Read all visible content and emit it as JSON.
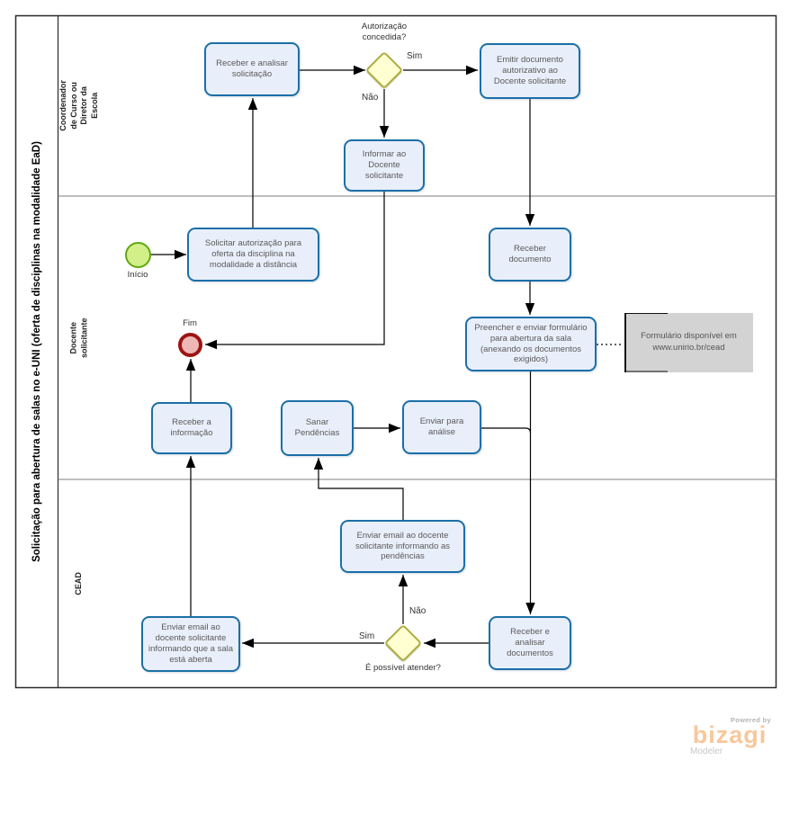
{
  "diagram": {
    "title": "Solicitação para abertura de salas no e-UNI (oferta de disciplinas na modalidade EaD)",
    "lanes": [
      {
        "name": "Coordenador de Curso ou Diretor da\nEscola"
      },
      {
        "name": "Docente solicitante"
      },
      {
        "name": "CEAD"
      }
    ],
    "start_event": {
      "label": "Início"
    },
    "end_event": {
      "label": "Fim"
    },
    "tasks": [
      {
        "label": "Receber e analisar solicitação"
      },
      {
        "label": "Emitir documento autorizativo ao Docente solicitante"
      },
      {
        "label": "Informar ao Docente solicitante"
      },
      {
        "label": "Solicitar autorização para oferta da disciplina na modalidade a distância"
      },
      {
        "label": "Receber documento"
      },
      {
        "label": "Preencher e enviar formulário para abertura da sala (anexando os documentos exigidos)"
      },
      {
        "label": "Receber a informação"
      },
      {
        "label": "Sanar Pendências"
      },
      {
        "label": "Enviar para análise"
      },
      {
        "label": "Enviar email ao docente solicitante informando as pendências"
      },
      {
        "label": "Enviar email ao docente solicitante informando que a sala está aberta"
      },
      {
        "label": "Receber e analisar documentos"
      }
    ],
    "gateways": [
      {
        "question": "Autorização\nconcedida?",
        "yes": "Sim",
        "no": "Não"
      },
      {
        "question": "É possível atender?",
        "yes": "Sim",
        "no": "Não"
      }
    ],
    "annotation": {
      "text": "Formulário disponível em\nwww.unirio.br/cead"
    },
    "logo": {
      "powered_by": "Powered by",
      "brand": "bizagi",
      "modeler": "Modeler"
    },
    "colors": {
      "task-fill": "#e9effa",
      "task-border": "#1b6fa8",
      "gateway-fill": "#ffffd2",
      "gateway-border": "#adad44",
      "start-fill": "#d2ef8a",
      "start-border": "#61a811",
      "end-fill": "#efb6b6",
      "end-border": "#9c1414",
      "annotation-fill": "#d3d3d3",
      "brand-orange": "#f7c79b"
    }
  }
}
